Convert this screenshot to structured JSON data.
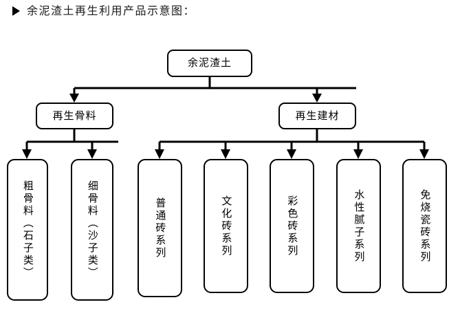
{
  "heading": {
    "bullet_icon": "triangle-right-icon",
    "text": "余泥渣土再生利用产品示意图："
  },
  "diagram": {
    "type": "tree-flowchart",
    "root": {
      "id": "root",
      "label": "余泥渣土"
    },
    "branches": [
      {
        "id": "branch-aggregate",
        "label": "再生骨料"
      },
      {
        "id": "branch-building-material",
        "label": "再生建材"
      }
    ],
    "leaves": [
      {
        "id": "leaf-coarse-aggregate",
        "label": "粗骨料（石子类）",
        "parent": "branch-aggregate"
      },
      {
        "id": "leaf-fine-aggregate",
        "label": "细骨料（沙子类）",
        "parent": "branch-aggregate"
      },
      {
        "id": "leaf-common-brick",
        "label": "普通砖系列",
        "parent": "branch-building-material"
      },
      {
        "id": "leaf-culture-brick",
        "label": "文化砖系列",
        "parent": "branch-building-material"
      },
      {
        "id": "leaf-color-brick",
        "label": "彩色砖系列",
        "parent": "branch-building-material"
      },
      {
        "id": "leaf-water-putty",
        "label": "水性腻子系列",
        "parent": "branch-building-material"
      },
      {
        "id": "leaf-unfired-tile",
        "label": "免烧瓷砖系列",
        "parent": "branch-building-material"
      }
    ],
    "colors": {
      "stroke": "#000000",
      "fill": "#ffffff",
      "text": "#000000"
    }
  }
}
